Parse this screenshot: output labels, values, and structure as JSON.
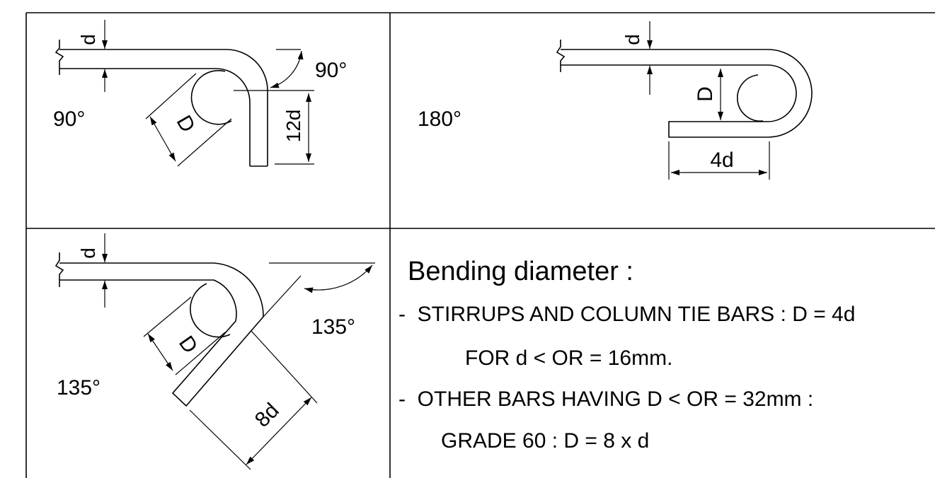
{
  "panels": {
    "hook_90": {
      "title": "90°",
      "angle_label": "90°",
      "bar_dia_label": "d",
      "bend_dia_label": "D",
      "extension_label": "12d"
    },
    "hook_180": {
      "title": "180°",
      "bar_dia_label": "d",
      "bend_dia_label": "D",
      "extension_label": "4d"
    },
    "hook_135": {
      "title": "135°",
      "angle_label": "135°",
      "bar_dia_label": "d",
      "bend_dia_label": "D",
      "extension_label": "8d"
    }
  },
  "notes": {
    "heading": "Bending diameter :",
    "line1": "-  STIRRUPS AND COLUMN TIE BARS : D = 4d",
    "line2": "FOR d < OR = 16mm.",
    "line3": "-  OTHER BARS HAVING D < OR = 32mm :",
    "line4": "GRADE 60 : D = 8 x d"
  },
  "colors": {
    "ink": "#000000",
    "paper": "#ffffff"
  }
}
